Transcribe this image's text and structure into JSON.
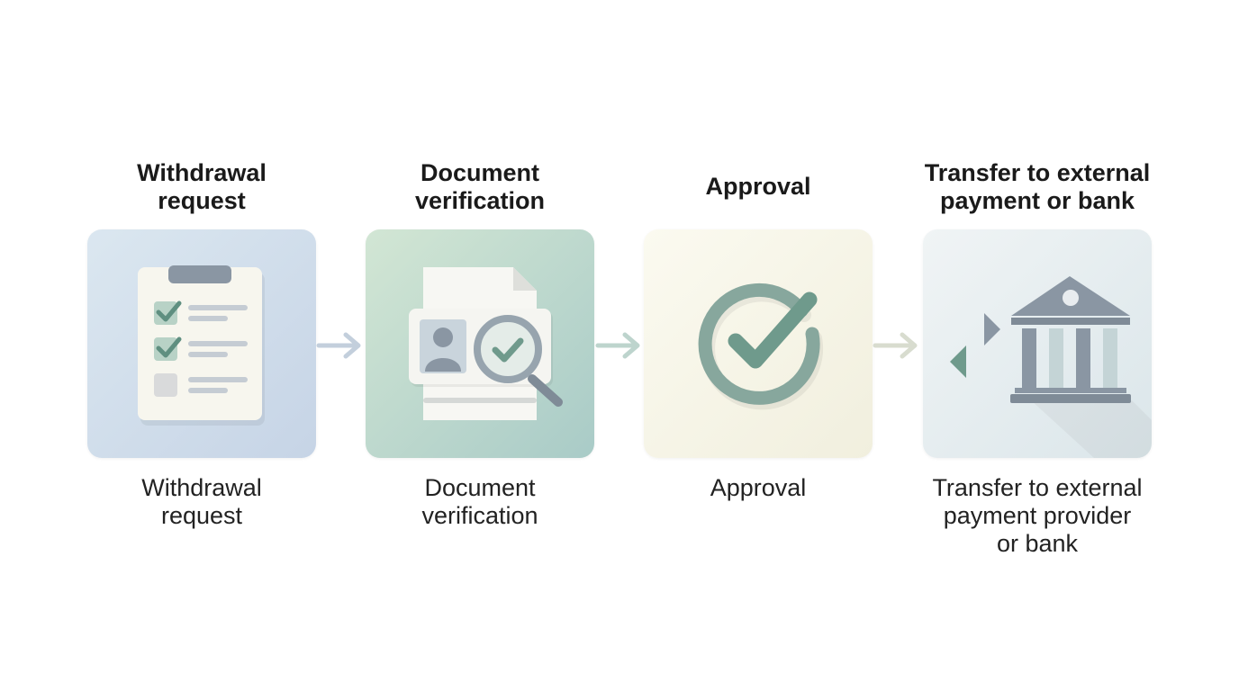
{
  "steps": [
    {
      "title": "Withdrawal\nrequest",
      "caption": "Withdrawal\nrequest",
      "icon": "checklist-clipboard-icon"
    },
    {
      "title": "Document\nverification",
      "caption": "Document\nverification",
      "icon": "document-magnifier-icon"
    },
    {
      "title": "Approval",
      "caption": "Approval",
      "icon": "check-circle-icon"
    },
    {
      "title": "Transfer to external\npayment or bank",
      "caption": "Transfer to external\npayment provider\nor bank",
      "icon": "bank-transfer-icon"
    }
  ],
  "colors": {
    "accent_green": "#6f9a8c",
    "slate": "#8a96a3",
    "arrow": "#c9d3da"
  }
}
